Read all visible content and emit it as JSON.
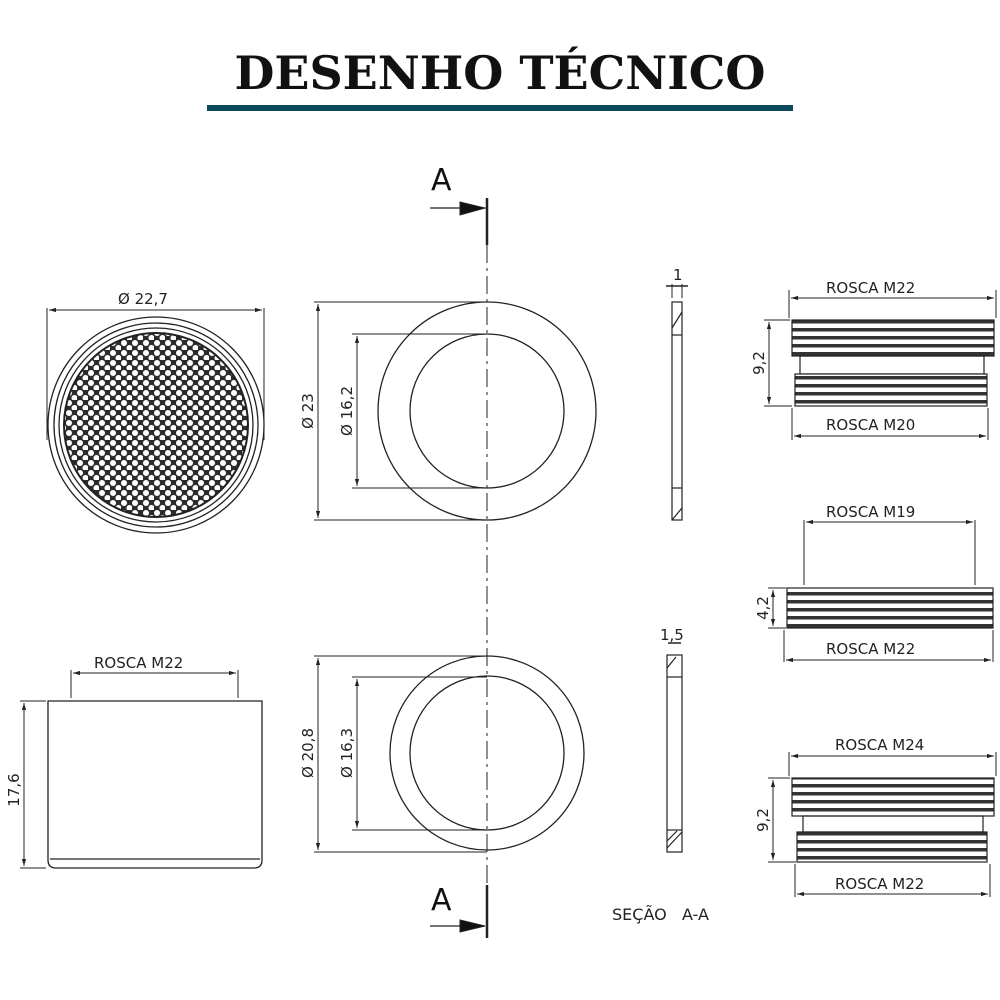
{
  "header": {
    "title": "DESENHO TÉCNICO",
    "rule_color": "#0d4a5e"
  },
  "views": {
    "top_left_aerator": {
      "dim_diameter": "Ø 22,7"
    },
    "aerator_side": {
      "dim_width": "ROSCA M22",
      "dim_height": "17,6"
    },
    "washer_1": {
      "dim_outer": "Ø 23",
      "dim_inner": "Ø 16,2",
      "thickness": "1"
    },
    "washer_2": {
      "dim_outer": "Ø 20,8",
      "dim_inner": "Ø 16,3",
      "thickness": "1,5"
    },
    "section_marker_top": "A",
    "section_marker_bottom": "A",
    "section_label": "SEÇÃO   A-A",
    "adapter_1": {
      "top": "ROSCA M22",
      "bottom": "ROSCA M20",
      "height": "9,2"
    },
    "adapter_2": {
      "top": "ROSCA M19",
      "bottom": "ROSCA M22",
      "height": "4,2"
    },
    "adapter_3": {
      "top": "ROSCA M24",
      "bottom": "ROSCA M22",
      "height": "9,2"
    }
  },
  "colors": {
    "line": "#222222",
    "rule": "#0d4a5e"
  }
}
